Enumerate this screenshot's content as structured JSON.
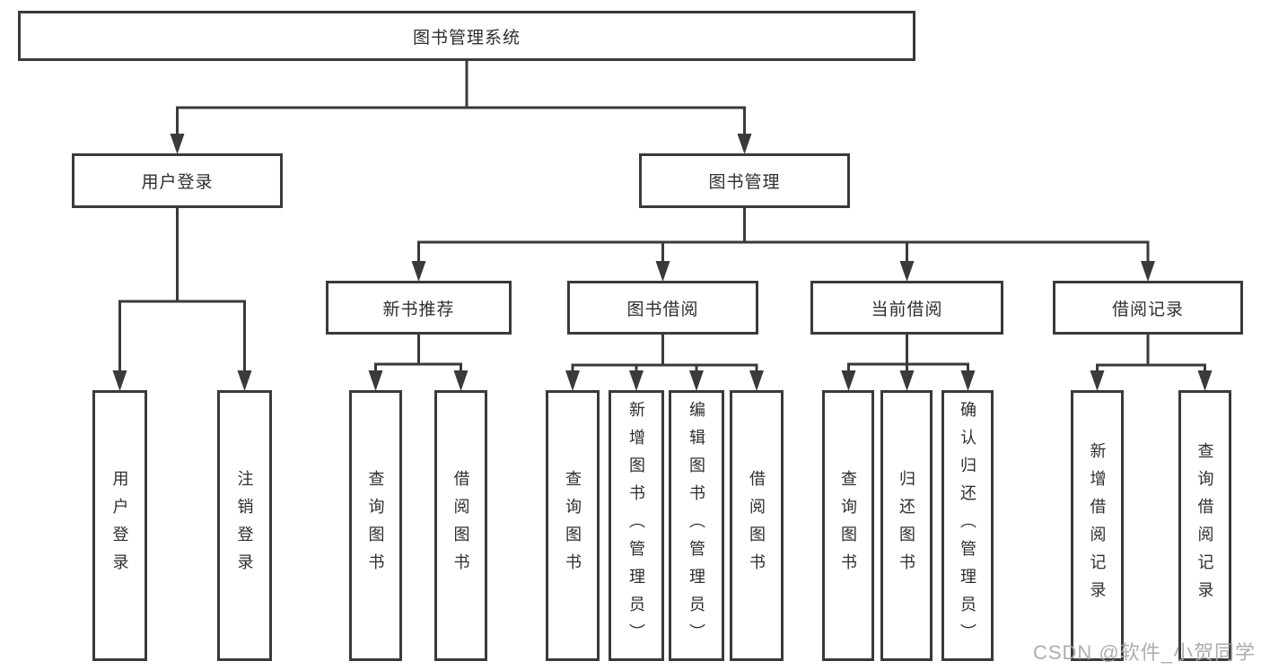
{
  "tree": {
    "label": "图书管理系统",
    "children": [
      {
        "label": "用户登录",
        "children": [
          {
            "label": "用户登录"
          },
          {
            "label": "注销登录"
          }
        ]
      },
      {
        "label": "图书管理",
        "children": [
          {
            "label": "新书推荐",
            "children": [
              {
                "label": "查询图书"
              },
              {
                "label": "借阅图书"
              }
            ]
          },
          {
            "label": "图书借阅",
            "children": [
              {
                "label": "查询图书"
              },
              {
                "label": "新增图书（管理员）"
              },
              {
                "label": "编辑图书（管理员）"
              },
              {
                "label": "借阅图书"
              }
            ]
          },
          {
            "label": "当前借阅",
            "children": [
              {
                "label": "查询图书"
              },
              {
                "label": "归还图书"
              },
              {
                "label": "确认归还（管理员）"
              }
            ]
          },
          {
            "label": "借阅记录",
            "children": [
              {
                "label": "新增借阅记录"
              },
              {
                "label": "查询借阅记录"
              }
            ]
          }
        ]
      }
    ]
  },
  "watermark": "CSDN @软件_小贺同学",
  "colors": {
    "line": "#3a3a3a",
    "text": "#2e2e2e",
    "watermark": "#a5a5a5",
    "background": "#ffffff"
  }
}
